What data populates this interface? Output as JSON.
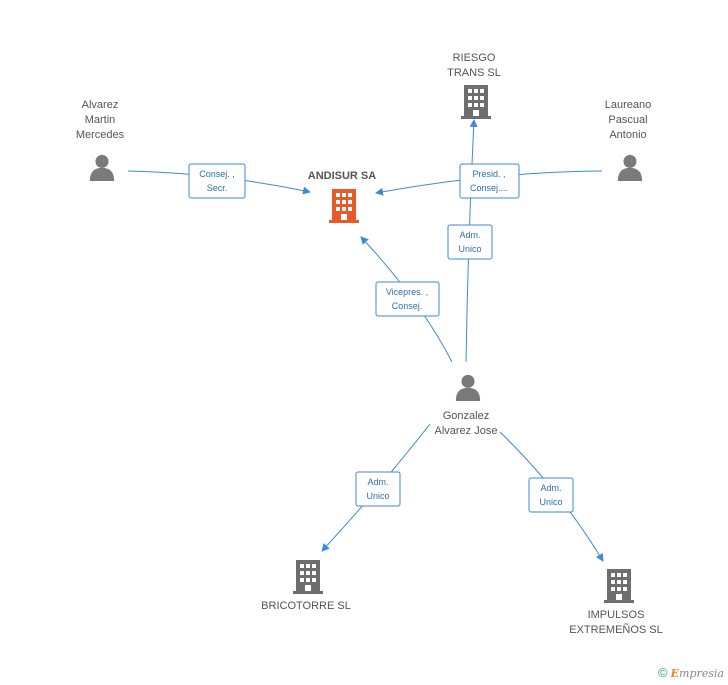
{
  "colors": {
    "person": "#7a7a7a",
    "company": "#6e6e6e",
    "focus_company": "#e85a2a",
    "edge": "#3d8ad8"
  },
  "nodes": {
    "alvarez": {
      "lines": [
        "Alvarez",
        "Martin",
        "Mercedes"
      ],
      "kind": "person"
    },
    "laureano": {
      "lines": [
        "Laureano",
        "Pascual",
        "Antonio"
      ],
      "kind": "person"
    },
    "riesgo": {
      "lines": [
        "RIESGO",
        "TRANS SL"
      ],
      "kind": "company"
    },
    "andisur": {
      "lines": [
        "ANDISUR SA"
      ],
      "kind": "focus-company"
    },
    "gonzalez": {
      "lines": [
        "Gonzalez",
        "Alvarez Jose"
      ],
      "kind": "person"
    },
    "bricotorre": {
      "lines": [
        "BRICOTORRE SL"
      ],
      "kind": "company"
    },
    "impulsos": {
      "lines": [
        "IMPULSOS",
        "EXTREMEÑOS SL"
      ],
      "kind": "company"
    }
  },
  "edges": {
    "alvarez_andisur": [
      "Consej. ,",
      "Secr."
    ],
    "laureano_andisur": [
      "Presid. ,",
      "Consej...."
    ],
    "gonzalez_riesgo": [
      "Adm.",
      "Unico"
    ],
    "gonzalez_andisur": [
      "Vicepres. ,",
      "Consej."
    ],
    "gonzalez_brico": [
      "Adm.",
      "Unico"
    ],
    "gonzalez_impulsos": [
      "Adm.",
      "Unico"
    ]
  },
  "footer": {
    "copyright": "©",
    "brand_first": "E",
    "brand_rest": "mpresia"
  }
}
